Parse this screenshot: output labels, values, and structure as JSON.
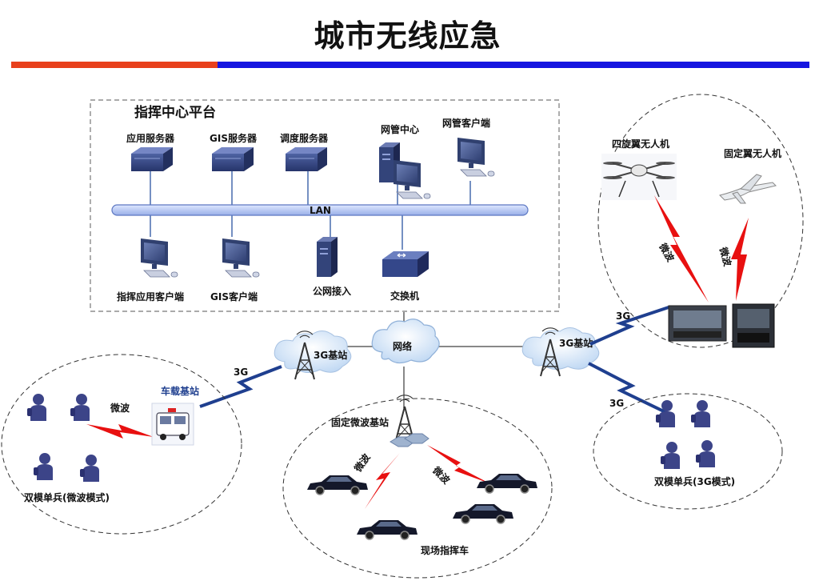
{
  "title": "城市无线应急",
  "colors": {
    "accent_red": "#e8401c",
    "accent_blue": "#1515e0",
    "link_blue": "#1f3f8f",
    "signal_red": "#e81010"
  },
  "command_center": {
    "title": "指挥中心平台",
    "servers": [
      "应用服务器",
      "GIS服务器",
      "调度服务器"
    ],
    "network_center": "网管中心",
    "nms_client": "网管客户端",
    "lan": "LAN",
    "clients": [
      "指挥应用客户端",
      "GIS客户端"
    ],
    "public_access": "公网接入",
    "switch": "交换机"
  },
  "network": "网络",
  "base_station_left": "3G基站",
  "base_station_right": "3G基站",
  "link_3g_left": "3G",
  "link_3g_right_top": "3G",
  "link_3g_right_bottom": "3G",
  "vehicle_station": "车载基站",
  "microwave_left": "微波",
  "soldiers_microwave": "双模单兵(微波模式)",
  "fixed_station": "固定微波基站",
  "microwave_cars_left": "微波",
  "microwave_cars_right": "微波",
  "field_command_car": "现场指挥车",
  "uav": {
    "quad": "四旋翼无人机",
    "fixed_wing": "固定翼无人机",
    "microwave_1": "微波",
    "microwave_2": "微波"
  },
  "soldiers_3g": "双模单兵(3G模式)"
}
